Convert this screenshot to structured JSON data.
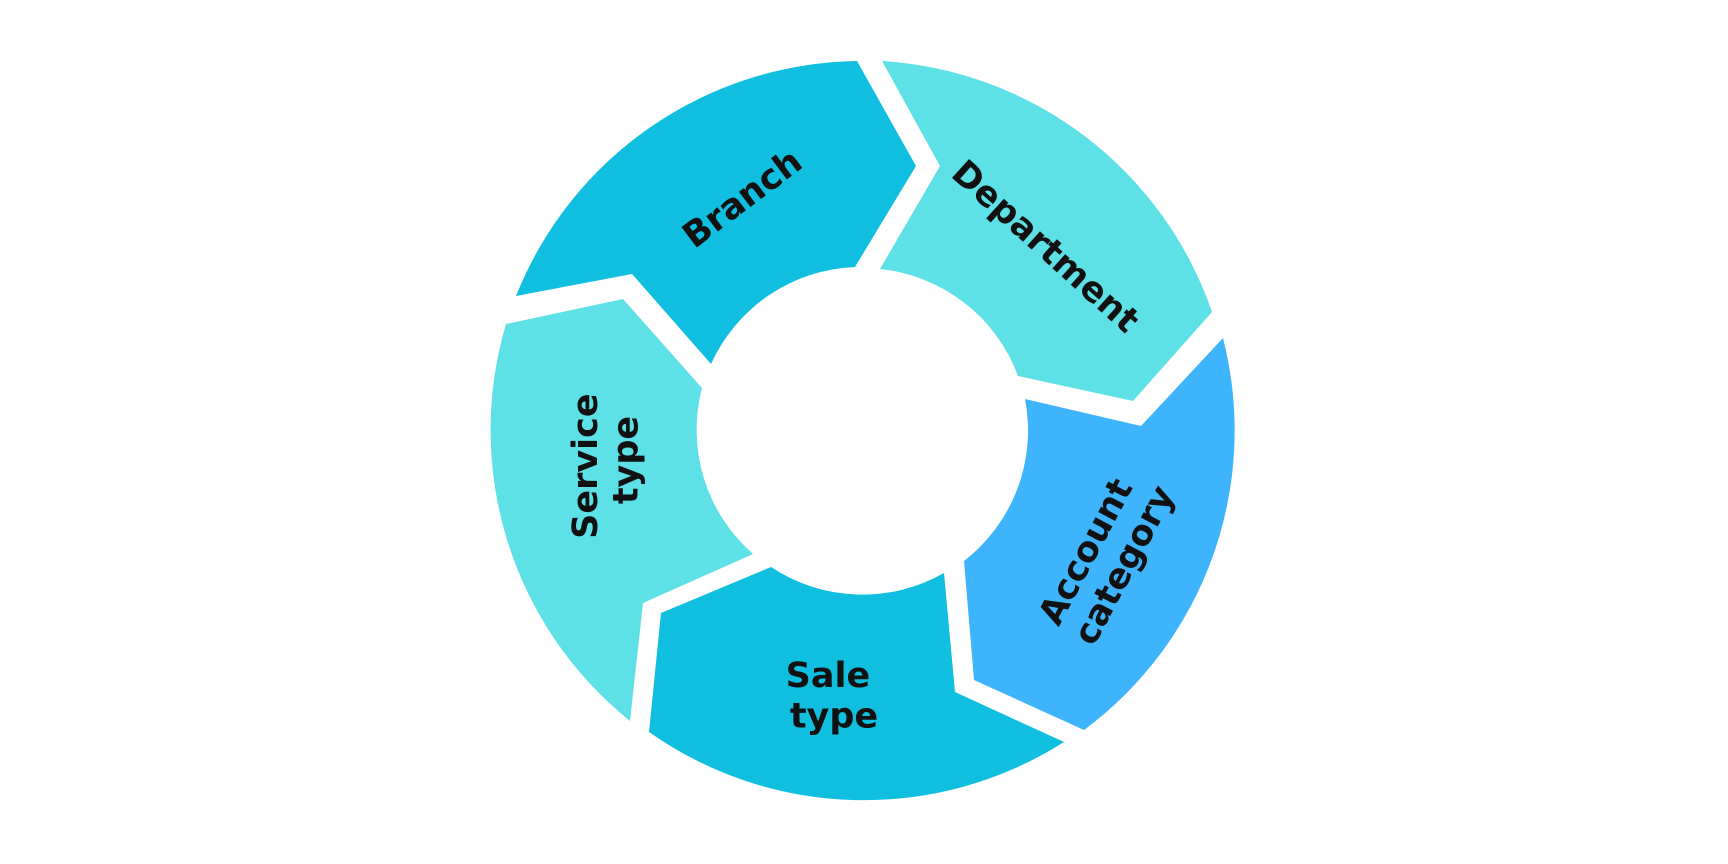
{
  "diagram": {
    "type": "cycle",
    "segments": [
      {
        "id": "branch",
        "lines": [
          "Branch"
        ],
        "color": "#10BFE0"
      },
      {
        "id": "department",
        "lines": [
          "Department"
        ],
        "color": "#5DE0E6"
      },
      {
        "id": "account-category",
        "lines": [
          "Account",
          "category"
        ],
        "color": "#3EB4FD"
      },
      {
        "id": "sale-type",
        "lines": [
          "Sale",
          "type"
        ],
        "color": "#10BFE0"
      },
      {
        "id": "service-type",
        "lines": [
          "Service",
          "type"
        ],
        "color": "#5DE0E6"
      }
    ]
  }
}
